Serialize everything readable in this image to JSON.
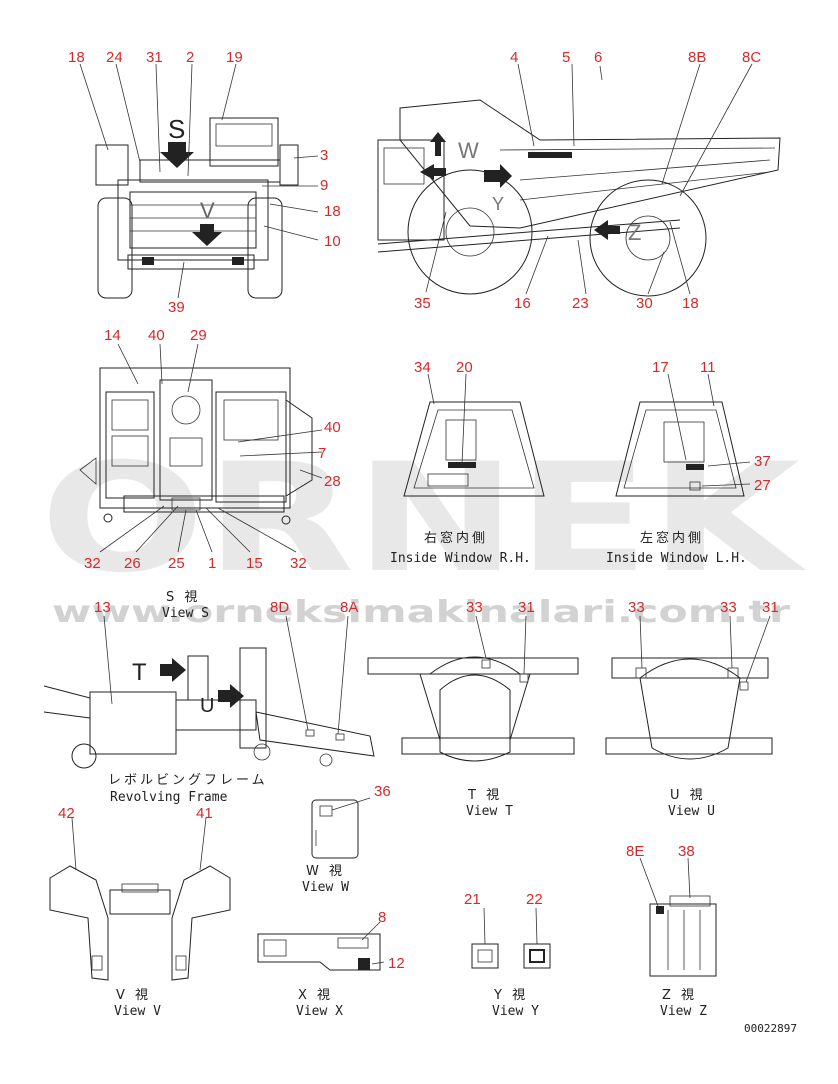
{
  "watermark": {
    "big": "ORNEK",
    "url": "www.orneksimakinalari.com.tr"
  },
  "views": {
    "s": {
      "jp": "S 視",
      "en": "View S",
      "letter": "S"
    },
    "w": {
      "jp": "W 視",
      "en": "View W",
      "letter": "W"
    },
    "t": {
      "jp": "T 視",
      "en": "View T",
      "letter": "T"
    },
    "u": {
      "jp": "U 視",
      "en": "View U"
    },
    "v": {
      "jp": "V 視",
      "en": "View V"
    },
    "x": {
      "jp": "X 視",
      "en": "View X"
    },
    "y": {
      "jp": "Y 視",
      "en": "View Y"
    },
    "z": {
      "jp": "Z 視",
      "en": "View Z",
      "letter": "Z"
    },
    "inside_rh": {
      "jp": "右窓内側",
      "en": "Inside Window R.H."
    },
    "inside_lh": {
      "jp": "左窓内側",
      "en": "Inside Window L.H."
    },
    "revolving": {
      "jp": "レボルビングフレーム",
      "en": "Revolving Frame"
    }
  },
  "callouts": {
    "front": [
      "18",
      "24",
      "31",
      "2",
      "19",
      "3",
      "9",
      "18",
      "10",
      "39"
    ],
    "side": [
      "4",
      "5",
      "6",
      "8B",
      "8C",
      "35",
      "16",
      "23",
      "30",
      "18"
    ],
    "rear": [
      "14",
      "40",
      "29",
      "40",
      "7",
      "28",
      "32",
      "26",
      "25",
      "1",
      "15",
      "32"
    ],
    "rh": [
      "34",
      "20"
    ],
    "lh": [
      "17",
      "11",
      "37",
      "27"
    ],
    "revolving": [
      "13",
      "8D",
      "8A"
    ],
    "t": [
      "33",
      "31"
    ],
    "u": [
      "33",
      "33",
      "31"
    ],
    "w": [
      "36"
    ],
    "v": [
      "42",
      "41"
    ],
    "x": [
      "8",
      "12"
    ],
    "y": [
      "21",
      "22"
    ],
    "z": [
      "8E",
      "38"
    ]
  },
  "doc_number": "00022897"
}
